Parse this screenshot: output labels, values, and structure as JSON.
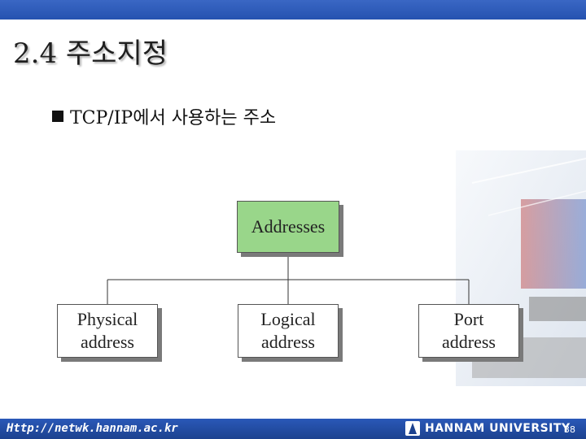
{
  "slide": {
    "title": "2.4 주소지정",
    "bullet": "TCP/IP에서 사용하는 주소"
  },
  "diagram": {
    "root": {
      "line1": "Addresses"
    },
    "children": [
      {
        "line1": "Physical",
        "line2": "address"
      },
      {
        "line1": "Logical",
        "line2": "address"
      },
      {
        "line1": "Port",
        "line2": "address"
      }
    ],
    "root_color": "#99d68a"
  },
  "footer": {
    "url": "Http://netwk.hannam.ac.kr",
    "university": "HANNAM UNIVERSITY",
    "page_number": "38"
  },
  "colors": {
    "header_bar": "#2e5fc0",
    "footer_bar": "#1c428f"
  }
}
